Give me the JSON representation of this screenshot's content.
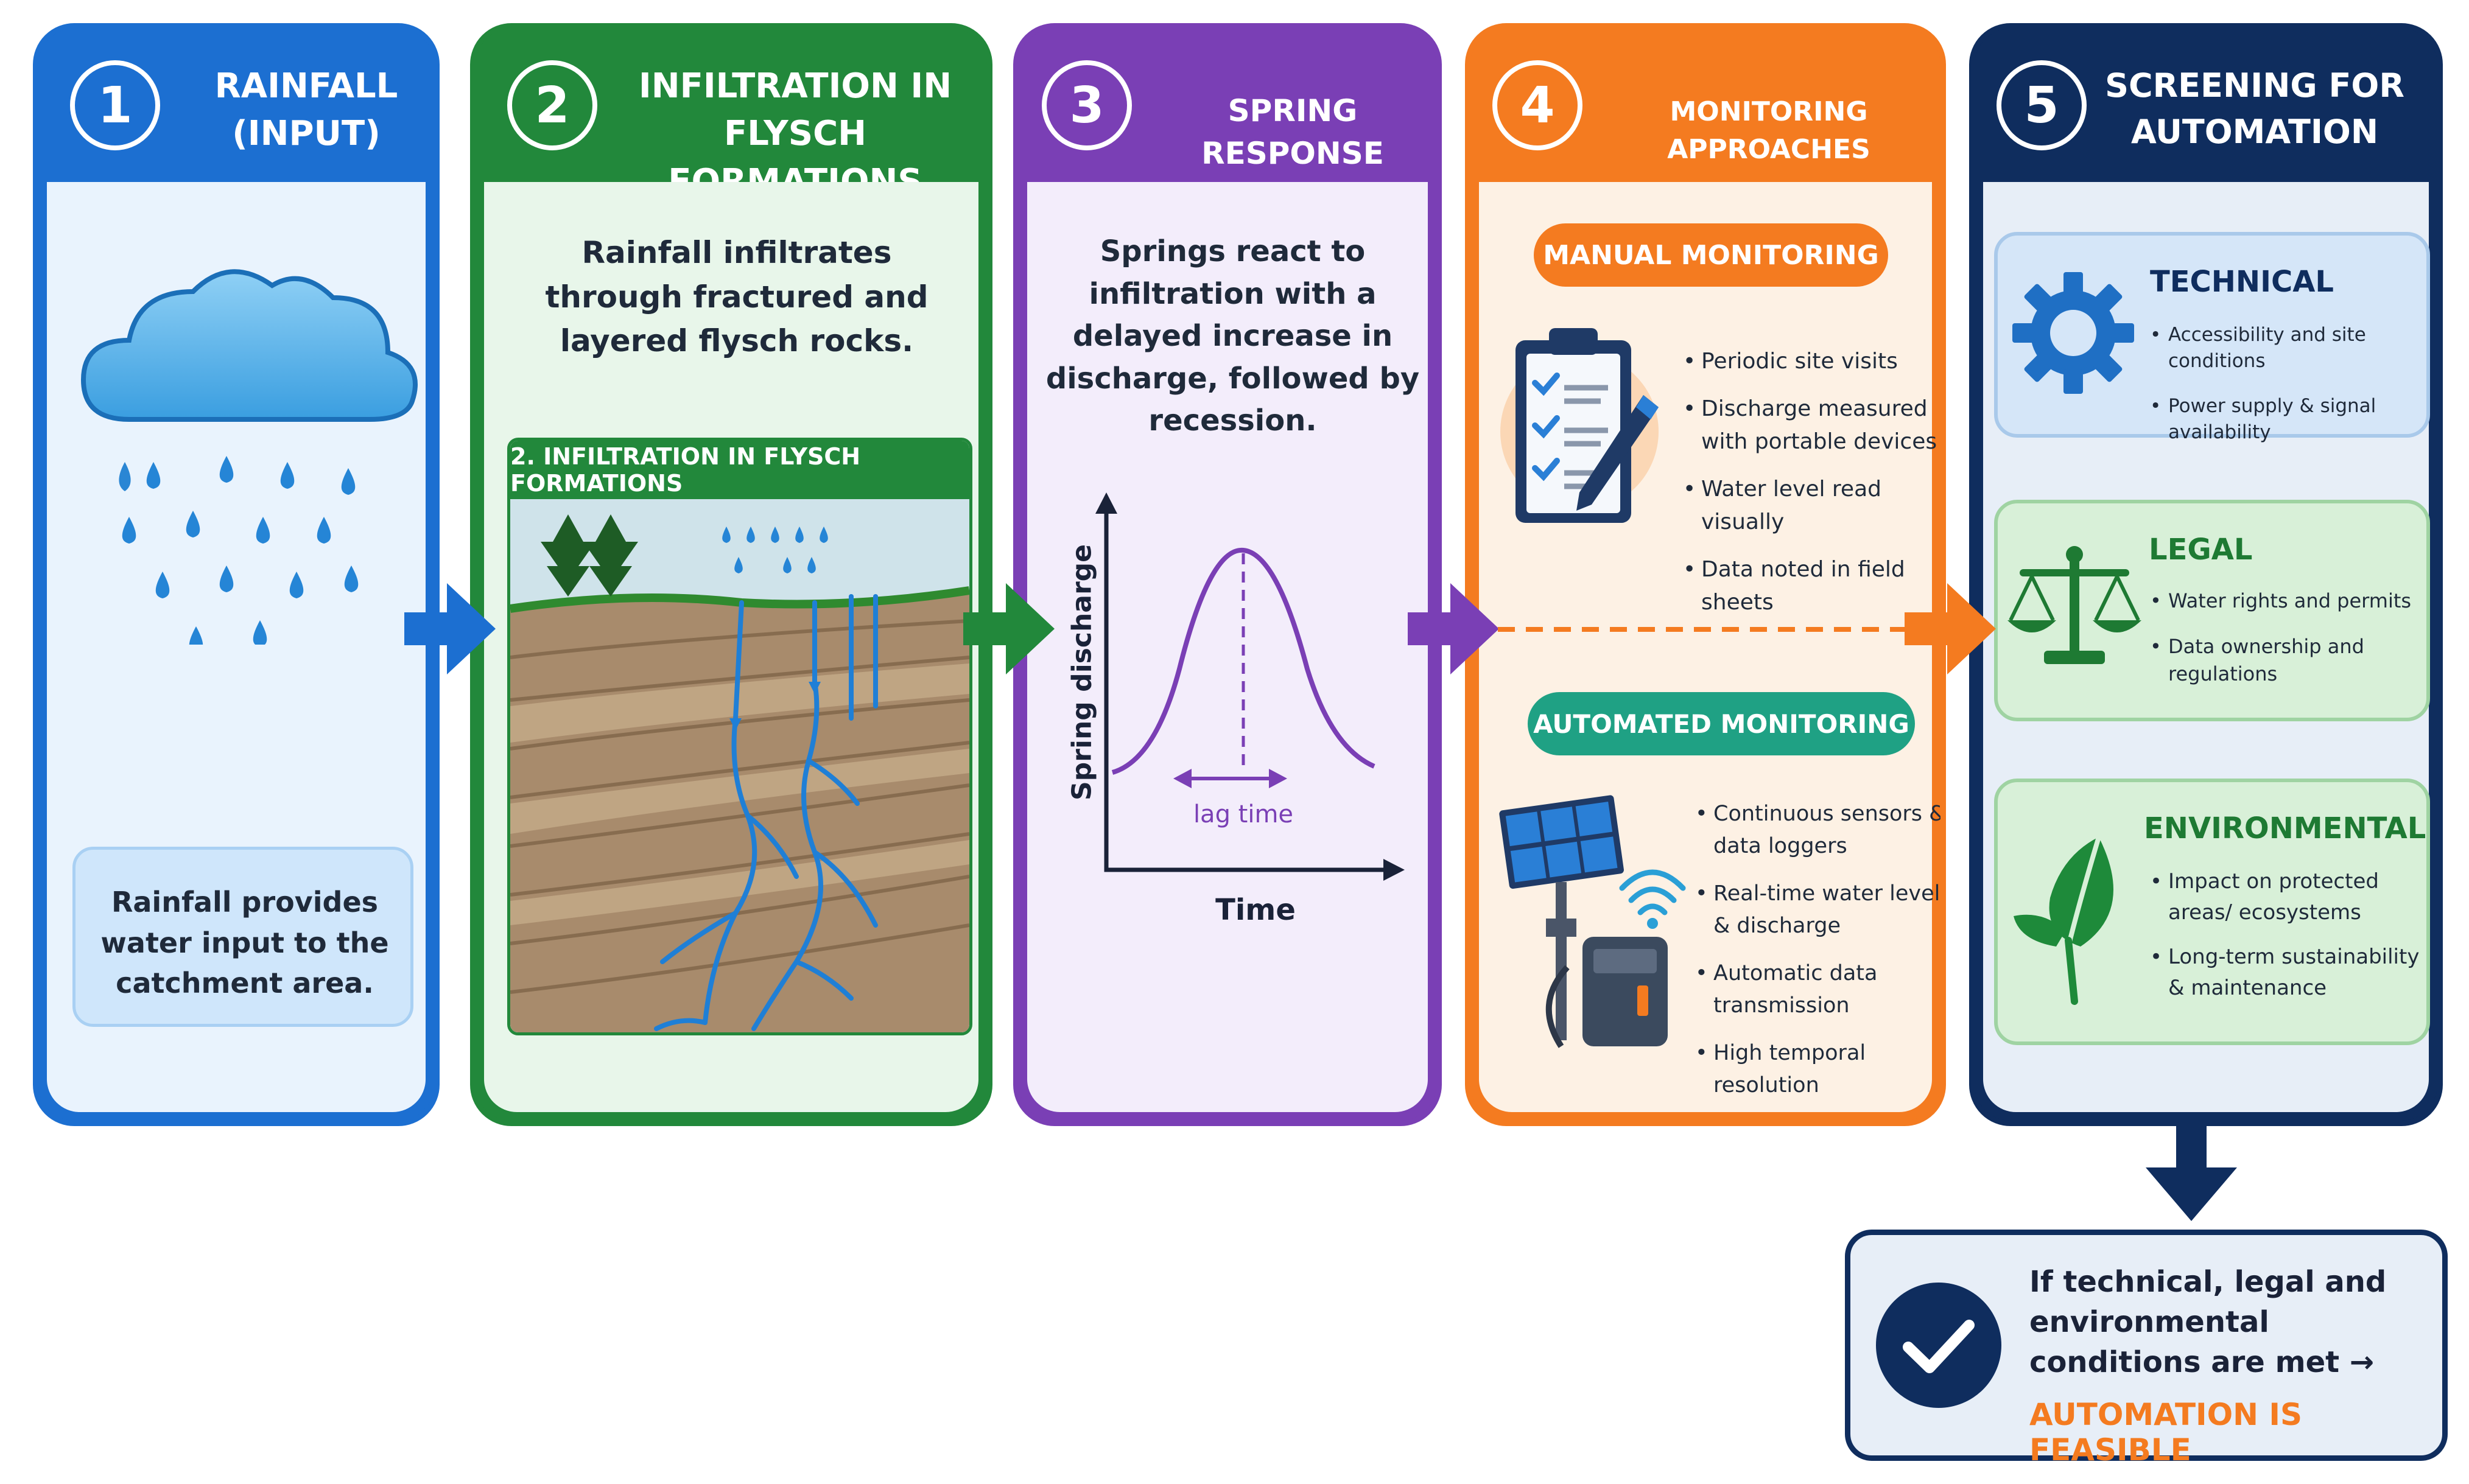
{
  "panels": [
    {
      "number": "1",
      "title": "RAINFALL (INPUT)",
      "text": "Rainfall provides water input to the catchment area."
    },
    {
      "number": "2",
      "title": "INFILTRATION IN FLYSCH FORMATIONS",
      "text": "Rainfall infiltrates through fractured and layered flysch rocks.",
      "inset_title": "2. INFILTRATION IN FLYSCH FORMATIONS"
    },
    {
      "number": "3",
      "title": "SPRING RESPONSE",
      "text": "Springs react to infiltration with a delayed increase in discharge, followed by recession.",
      "graph": {
        "y_label": "Spring discharge",
        "x_label": "Time",
        "annotation": "lag time"
      }
    },
    {
      "number": "4",
      "title": "MONITORING APPROACHES",
      "manual": {
        "title": "MANUAL MONITORING",
        "items": [
          "Periodic site visits",
          "Discharge measured with portable devices",
          "Water level read visually",
          "Data noted in field sheets"
        ]
      },
      "automated": {
        "title": "AUTOMATED MONITORING",
        "items": [
          "Continuous sensors & data loggers",
          "Real-time water level & discharge",
          "Automatic data transmission",
          "High temporal resolution"
        ]
      }
    },
    {
      "number": "5",
      "title": "SCREENING FOR AUTOMATION",
      "technical": {
        "title": "TECHNICAL",
        "items": [
          "Accessibility and site conditions",
          "Power supply & signal availability"
        ]
      },
      "legal": {
        "title": "LEGAL",
        "items": [
          "Water rights and permits",
          "Data ownership and regulations"
        ]
      },
      "environmental": {
        "title": "ENVIRONMENTAL",
        "items": [
          "Impact on protected areas/ ecosystems",
          "Long-term sustainability & maintenance"
        ]
      }
    }
  ],
  "conclusion": {
    "text": "If technical, legal and environmental conditions are met →",
    "highlight": "AUTOMATION IS FEASIBLE"
  },
  "colors": {
    "blue": "#1c6fd1",
    "green": "#22883b",
    "purple": "#7a3fb5",
    "orange": "#f47b20",
    "navy": "#0f2d5e",
    "teal": "#1fa184"
  }
}
